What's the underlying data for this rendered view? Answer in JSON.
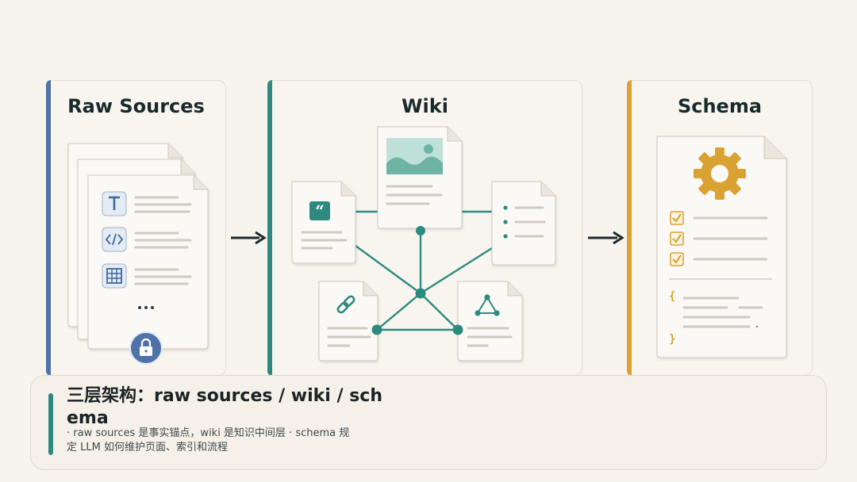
{
  "panels": {
    "raw": {
      "title": "Raw Sources",
      "accent": "#4f72a8"
    },
    "wiki": {
      "title": "Wiki",
      "accent": "#2e8a7e"
    },
    "schema": {
      "title": "Schema",
      "accent": "#d9a233"
    }
  },
  "raw_icons": [
    "text-icon",
    "code-icon",
    "table-icon",
    "ellipsis-icon",
    "lock-icon"
  ],
  "wiki_icons": [
    "image-icon",
    "quote-icon",
    "list-icon",
    "link-icon",
    "graph-icon"
  ],
  "schema_icons": [
    "gear-icon",
    "checkbox-icon",
    "code-braces-icon"
  ],
  "caption": {
    "title": "三层架构：raw sources / wiki / schema",
    "subtitle": "· raw sources 是事实锚点，wiki 是知识中间层 · schema 规定 LLM 如何维护页面、索引和流程"
  }
}
